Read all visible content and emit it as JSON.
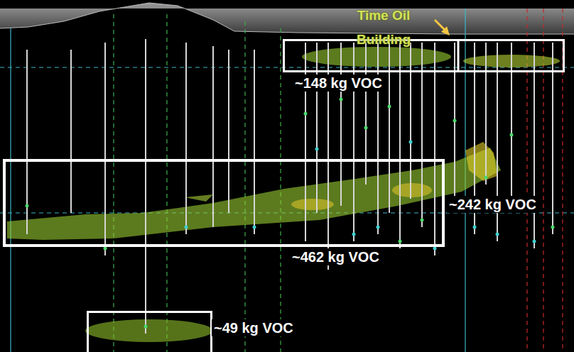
{
  "diagram": {
    "nodes": [
      {
        "text": [
          "~148 kg VOC"
        ]
      },
      {
        "text": [
          "~462 kg VOC"
        ]
      },
      {
        "text": [
          "~49 kg VOC"
        ]
      }
    ],
    "labels": [
      "Time Oil Building",
      "~242 kg VOC"
    ]
  }
}
